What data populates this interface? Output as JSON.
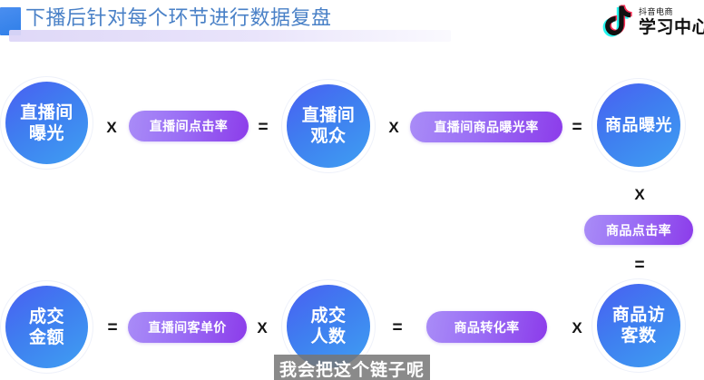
{
  "header": {
    "title": "下播后针对每个环节进行数据复盘",
    "accent_color": "#3f8ae8",
    "title_color": "#4a81c7"
  },
  "brand": {
    "sub": "抖音电商",
    "main": "学习中心",
    "icon": "douyin-note-icon"
  },
  "theme": {
    "circle_gradient_start": "#4a5ff2",
    "circle_gradient_end": "#3f9ff2",
    "pill_gradient_start": "#a98cf7",
    "pill_gradient_end": "#8c3cea",
    "operator_color": "#141414"
  },
  "row_top": {
    "node1": "直播间\n曝光",
    "op1": "X",
    "pill1": "直播间点击率",
    "op2": "=",
    "node2": "直播间\n观众",
    "op3": "X",
    "pill2": "直播间商品曝光率",
    "op4": "=",
    "node3": "商品曝光"
  },
  "bridge": {
    "op_mult": "X",
    "pill": "商品点击率",
    "op_eq": "="
  },
  "row_bottom": {
    "node1": "成交\n金额",
    "op1": "=",
    "pill1": "直播间客单价",
    "op2": "X",
    "node2": "成交\n人数",
    "op3": "=",
    "pill2": "商品转化率",
    "op4": "X",
    "node3": "商品访\n客数"
  },
  "caption": {
    "text": "我会把这个链子呢"
  }
}
